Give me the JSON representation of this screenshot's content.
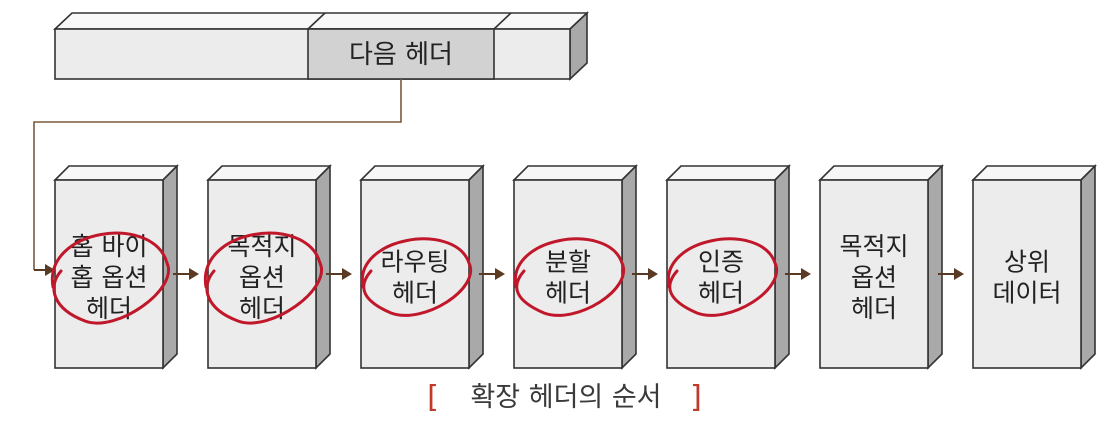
{
  "next_header_bar": {
    "label": "다음 헤더"
  },
  "boxes": [
    {
      "lines": [
        "홉 바이",
        "홉 옵션",
        "헤더"
      ],
      "circled": true
    },
    {
      "lines": [
        "목적지",
        "옵션",
        "헤더"
      ],
      "circled": true
    },
    {
      "lines": [
        "라우팅",
        "헤더"
      ],
      "circled": true
    },
    {
      "lines": [
        "분할",
        "헤더"
      ],
      "circled": true
    },
    {
      "lines": [
        "인증",
        "헤더"
      ],
      "circled": true
    },
    {
      "lines": [
        "목적지",
        "옵션",
        "헤더"
      ],
      "circled": false
    },
    {
      "lines": [
        "상위",
        "데이터"
      ],
      "circled": false
    }
  ],
  "caption": {
    "open_bracket": "[",
    "text": "확장 헤더의 순서",
    "close_bracket": "]"
  },
  "colors": {
    "annotation": "#c0182a",
    "arrow": "#5a3a22",
    "caption_bracket": "#c0392b"
  }
}
